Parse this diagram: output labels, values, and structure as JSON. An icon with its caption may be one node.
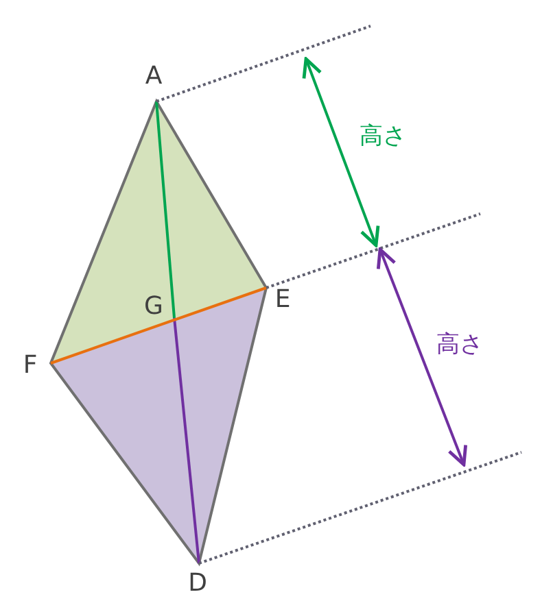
{
  "diagram": {
    "labels": [
      "A",
      "高さ",
      "G",
      "E",
      "高さ",
      "F",
      "D"
    ]
  }
}
